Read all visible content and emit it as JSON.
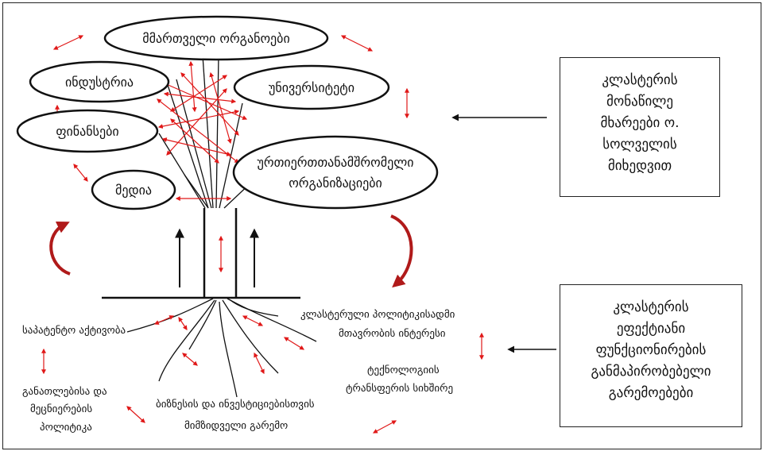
{
  "colors": {
    "arrow_red": "#e01818",
    "curve_red": "#b01a1a",
    "ink": "#111111"
  },
  "actors": {
    "governing_bodies": "მმართველი ორგანოები",
    "industry": "ინდუსტრია",
    "university": "უნივერსიტეტი",
    "finance": "ფინანსები",
    "cooperating_orgs_line1": "ურთიერთთანამშრომელი",
    "cooperating_orgs_line2": "ორგანიზაციები",
    "media": "მედია"
  },
  "environment": {
    "patent_activity": "საპატენტო აქტივობა",
    "cluster_policy_line1": "კლასტერული პოლიტიკისადმი",
    "cluster_policy_line2": "მთავრობის ინტერესი",
    "tech_transfer_line1": "ტექნოლოგიის",
    "tech_transfer_line2": "ტრანსფერის სიხშირე",
    "edu_science_line1": "განათლებისა და",
    "edu_science_line2": "მეცნიერების",
    "edu_science_line3": "პოლიტიკა",
    "business_env_line1": "ბიზნესის და ინვესტიციებისთვის",
    "business_env_line2": "მიმზიდველი გარემო"
  },
  "side_boxes": {
    "participants": [
      "კლასტერის",
      "მონაწილე",
      "მხარეები ო.",
      "სოლველის",
      "მიხედვით"
    ],
    "conditions": [
      "კლასტერის",
      "ეფექტიანი",
      "ფუნქციონირების",
      "განმაპირობებელი",
      "გარემოებები"
    ]
  }
}
